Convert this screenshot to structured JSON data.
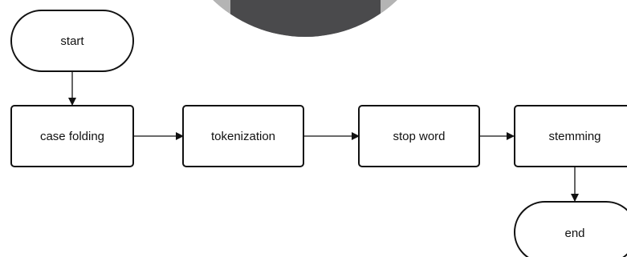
{
  "colors": {
    "stroke": "#111111",
    "background": "#ffffff",
    "disc_outer": "#8a8a8a",
    "disc_inner_light": "#b4b4b4",
    "disc_center": "#4a4a4c"
  },
  "nodes": {
    "start": {
      "label": "start",
      "shape": "terminal"
    },
    "case_folding": {
      "label": "case folding",
      "shape": "process"
    },
    "tokenization": {
      "label": "tokenization",
      "shape": "process"
    },
    "stop_word": {
      "label": "stop word",
      "shape": "process"
    },
    "stemming": {
      "label": "stemming",
      "shape": "process"
    },
    "end": {
      "label": "end",
      "shape": "terminal"
    }
  },
  "edges": [
    {
      "from": "start",
      "to": "case_folding"
    },
    {
      "from": "case_folding",
      "to": "tokenization"
    },
    {
      "from": "tokenization",
      "to": "stop_word"
    },
    {
      "from": "stop_word",
      "to": "stemming"
    },
    {
      "from": "stemming",
      "to": "end"
    }
  ]
}
